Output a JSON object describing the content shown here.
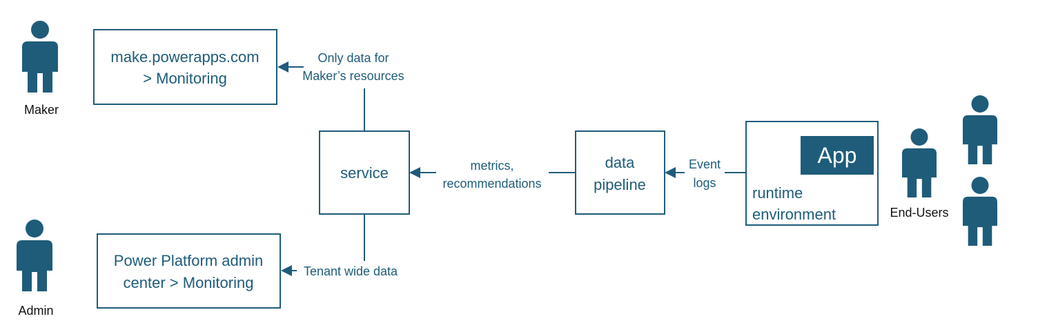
{
  "colors": {
    "primary": "#1f5c7a",
    "text": "#1f5c7a",
    "actor_label": "#111111",
    "background": "#ffffff"
  },
  "actors": {
    "maker": "Maker",
    "admin": "Admin",
    "end_users": "End-Users"
  },
  "boxes": {
    "maker_portal": {
      "line1": "make.powerapps.com",
      "line2": "> Monitoring"
    },
    "admin_center": {
      "line1": "Power Platform admin",
      "line2": "center > Monitoring"
    },
    "service": "service",
    "data_pipeline": {
      "line1": "data",
      "line2": "pipeline"
    },
    "runtime": {
      "app": "App",
      "line1": "runtime",
      "line2": "environment"
    }
  },
  "edges": {
    "maker_data": {
      "line1": "Only data for",
      "line2": "Maker’s resources"
    },
    "tenant_data": "Tenant wide data",
    "metrics": {
      "line1": "metrics,",
      "line2": "recommendations"
    },
    "event_logs": {
      "line1": "Event",
      "line2": "logs"
    }
  },
  "icons": [
    "person-icon"
  ]
}
